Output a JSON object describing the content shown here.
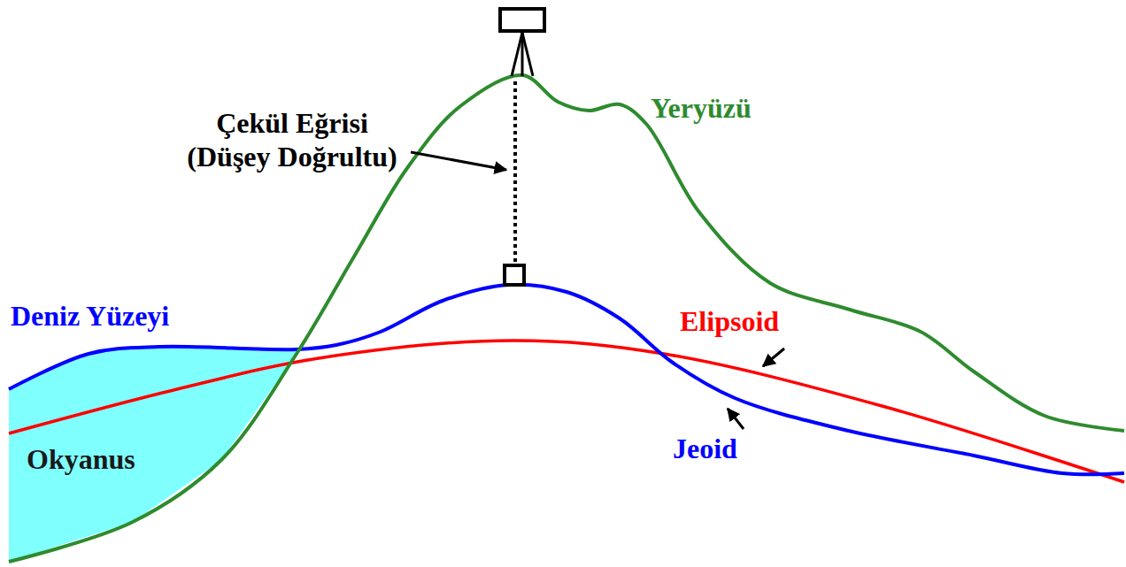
{
  "diagram": {
    "labels": [
      "Çekül Eğrisi (Düşey Doğrultu)",
      "Yeryüzü",
      "Deniz Yüzeyi",
      "Elipsoid",
      "Jeoid",
      "Okyanus"
    ]
  }
}
